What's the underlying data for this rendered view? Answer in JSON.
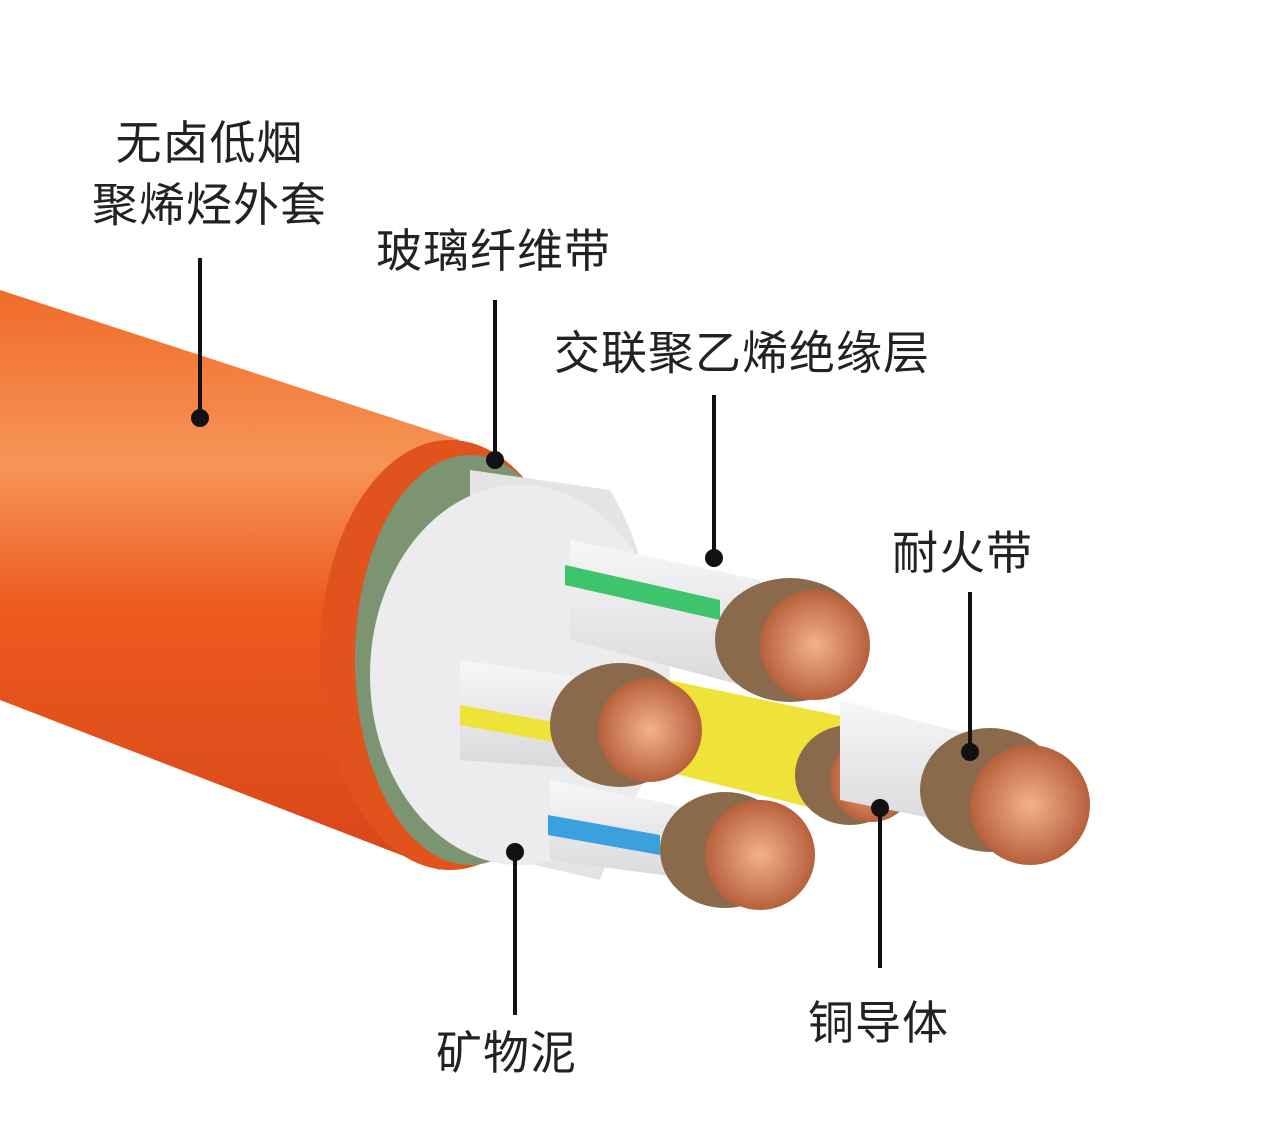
{
  "diagram": {
    "subject": "fire-resistant mineral insulated cable cross-section",
    "labels": [
      {
        "id": "outer-sheath",
        "text": "无卤低烟\n聚烯烃外套"
      },
      {
        "id": "glass-fiber-tape",
        "text": "玻璃纤维带"
      },
      {
        "id": "xlpe-insulation",
        "text": "交联聚乙烯绝缘层"
      },
      {
        "id": "fire-resistant-tape",
        "text": "耐火带"
      },
      {
        "id": "copper-conductor",
        "text": "铜导体"
      },
      {
        "id": "mineral-compound",
        "text": "矿物泥"
      }
    ],
    "colors": {
      "sheath": "#ec5a1e",
      "sheath_highlight": "#f7a25a",
      "glass_fiber": "#7d9473",
      "mineral": "#e4e4e6",
      "insulation": "#f0f0f2",
      "copper": "#c8724e",
      "fire_tape": "#8a6a4a",
      "stripe_green": "#3ec46a",
      "stripe_yellow": "#efe33a",
      "stripe_blue": "#3aa0de"
    }
  }
}
